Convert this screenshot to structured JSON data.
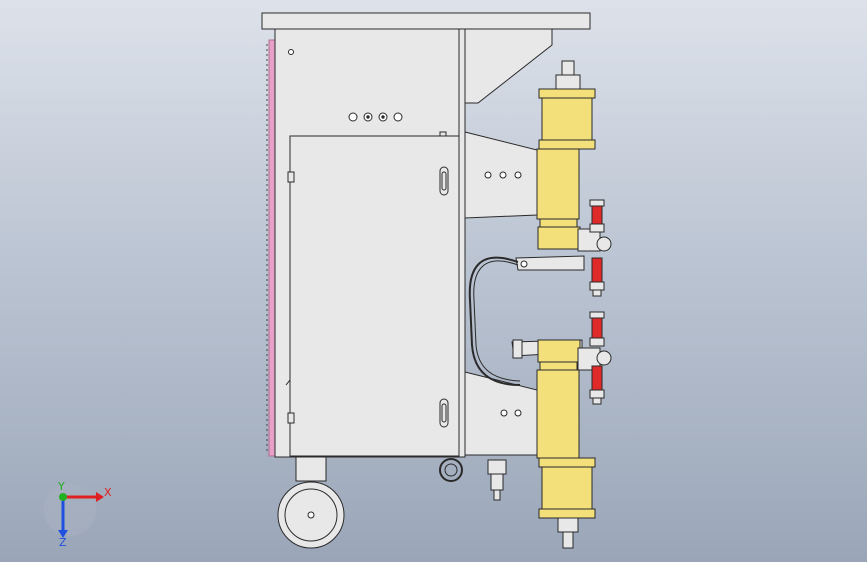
{
  "triad": {
    "x_label": "X",
    "y_label": "Y",
    "z_label": "Z"
  },
  "colors": {
    "background_top": "#dde2ea",
    "background_bottom": "#9aa6b8",
    "body": "#e8e8e8",
    "outline": "#2a2a2a",
    "cylinder": "#f3e07a",
    "valve_red": "#e02a2a",
    "seal_pink": "#e8a0c8",
    "axis_x": "#e02020",
    "axis_y": "#20b020",
    "axis_z": "#2050e0"
  }
}
